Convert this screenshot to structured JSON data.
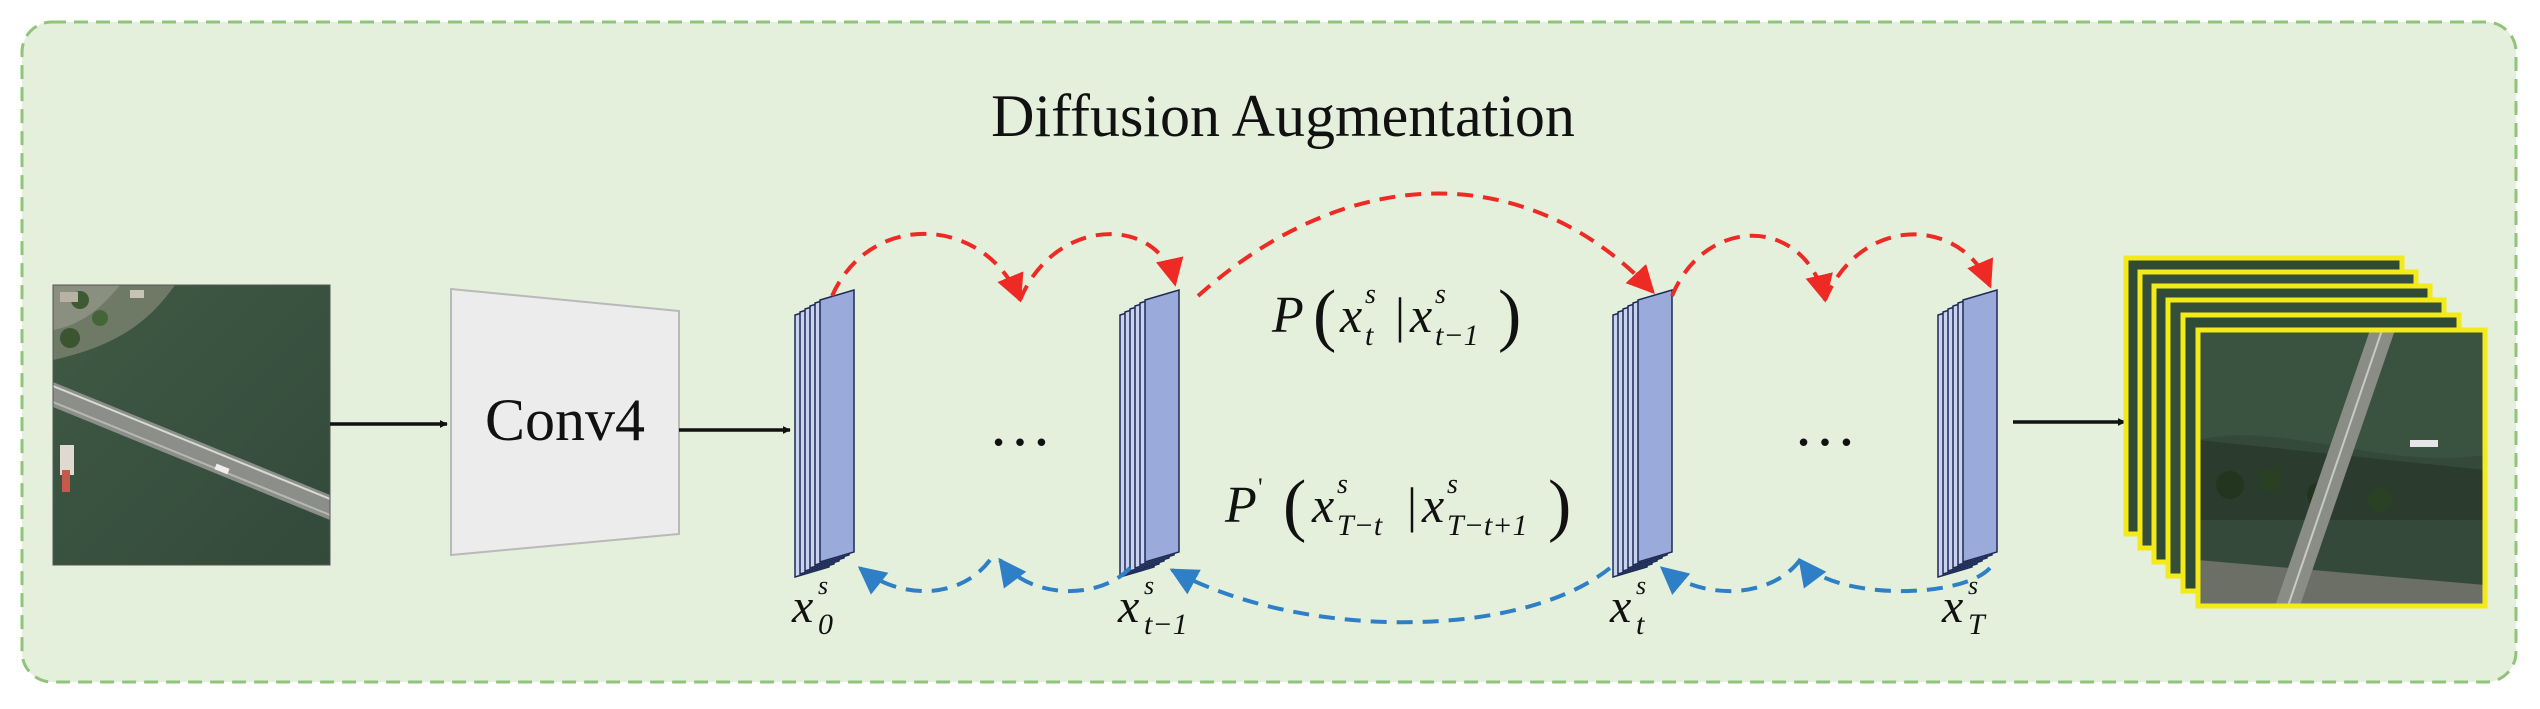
{
  "title": "Diffusion Augmentation",
  "encoder_label": "Conv4",
  "ellipsis": "…",
  "forward_process": {
    "prefix": "P",
    "var": "x",
    "sup": "s",
    "sub_a": "t",
    "sub_b": "t−1"
  },
  "reverse_process": {
    "prefix": "P",
    "prime": "'",
    "var": "x",
    "sup": "s",
    "sub_a": "T−t",
    "sub_b": "T−t+1"
  },
  "feature_labels": [
    {
      "var": "x",
      "sup": "s",
      "sub": "0"
    },
    {
      "var": "x",
      "sup": "s",
      "sub": "t−1"
    },
    {
      "var": "x",
      "sup": "s",
      "sub": "t"
    },
    {
      "var": "x",
      "sup": "s",
      "sub": "T"
    }
  ],
  "colors": {
    "panel_fill": "#e4efdc",
    "panel_border": "#8fc47a",
    "forward_arrow": "#ee2a24",
    "reverse_arrow": "#2e7fc6",
    "feature_face": "#9aabdb",
    "feature_side": "#c9d3ef",
    "image_frame": "#f3ea1a",
    "encoder_fill": "#ececec"
  }
}
